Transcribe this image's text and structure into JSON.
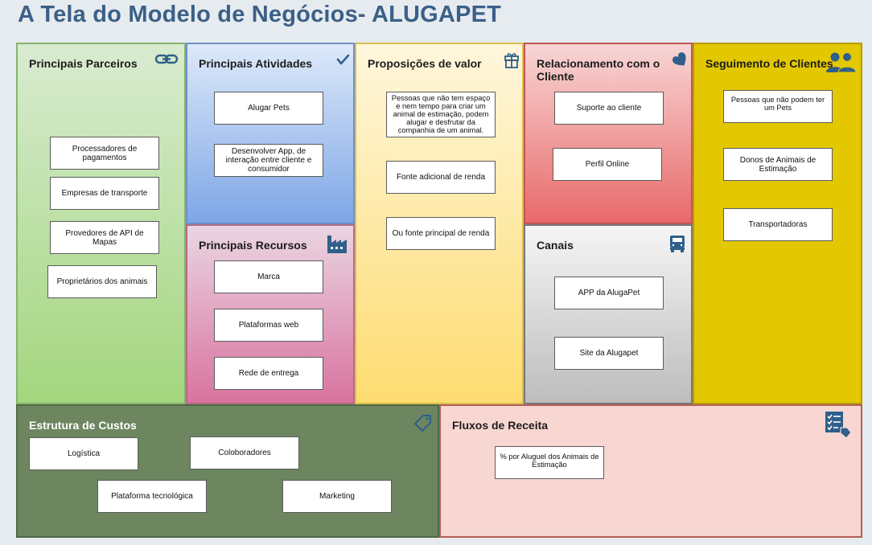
{
  "title": "A Tela do Modelo de Negócios- ALUGAPET",
  "colors": {
    "title": "#3b6088",
    "partners": "#a3d67e",
    "activities": "#7ea6e6",
    "resources": "#d9739e",
    "value": "#fedc70",
    "relationship": "#e9696a",
    "channels": "#bdbdbd",
    "segments": "#e3c700",
    "costs": "#6d8660",
    "revenue": "#f8d7d3",
    "icon": "#2f5f8a"
  },
  "blocks": {
    "partners": {
      "title": "Principais Parceiros",
      "icon": "link-icon",
      "items": [
        "Processadores de pagamentos",
        "Empresas de transporte",
        "Provedores de API de Mapas",
        "Proprietários dos animais"
      ]
    },
    "activities": {
      "title": "Principais Atividades",
      "icon": "checkmark-icon",
      "items": [
        "Alugar Pets",
        "Desenvolver App, de interação entre cliente e consumidor"
      ]
    },
    "resources": {
      "title": "Principais Recursos",
      "icon": "factory-icon",
      "items": [
        "Marca",
        "Plataformas web",
        "Rede de entrega"
      ]
    },
    "value": {
      "title": "Proposições de valor",
      "icon": "gift-icon",
      "items": [
        "Pessoas que não tem espaço e nem tempo para criar um animal de estimação, podem alugar e desfrutar da companhia de um animal.",
        "Fonte adicional de renda",
        "Ou fonte principal de renda"
      ]
    },
    "relationship": {
      "title": "Relacionamento com o Cliente",
      "icon": "heart-icon",
      "items": [
        "Suporte ao cliente",
        "Perfil Online"
      ]
    },
    "channels": {
      "title": "Canais",
      "icon": "truck-icon",
      "items": [
        "APP  da AlugaPet",
        "Site da Alugapet"
      ]
    },
    "segments": {
      "title": "Seguimento de Clientes",
      "icon": "users-icon",
      "items": [
        "Pessoas que não podem ter um Pets",
        "Donos de Animais de Estimação",
        "Transportadoras"
      ]
    },
    "costs": {
      "title": "Estrutura de Custos",
      "icon": "price-tag-icon",
      "items": [
        "Logística",
        "Coloboradores",
        "Plataforma tecnológica",
        "Marketing"
      ]
    },
    "revenue": {
      "title": "Fluxos de Receita",
      "icon": "checklist-dollar-icon",
      "items": [
        "% por Aluguel dos Animais de Estimação"
      ]
    }
  }
}
